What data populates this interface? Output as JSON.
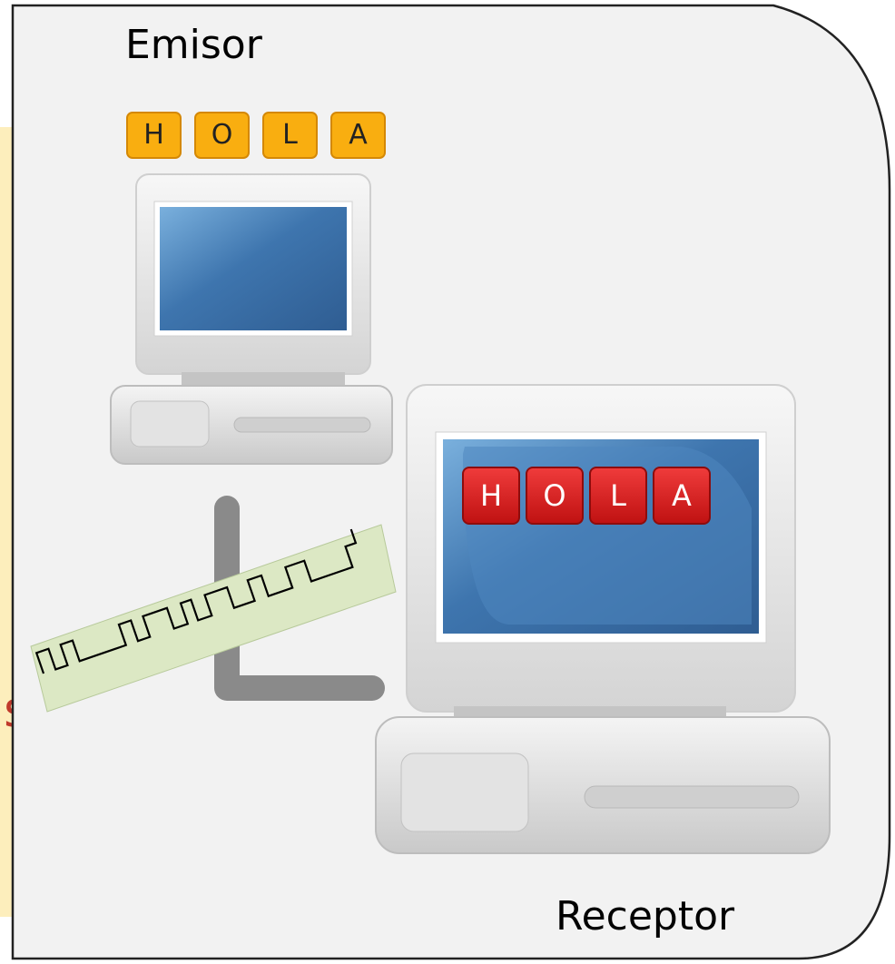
{
  "sender": {
    "title": "Emisor",
    "letters": [
      "H",
      "O",
      "L",
      "A"
    ]
  },
  "receiver": {
    "title": "Receptor",
    "letters": [
      "H",
      "O",
      "L",
      "A"
    ]
  },
  "left_panel": {
    "partial_text": "s"
  },
  "colors": {
    "sender_tile": "#f9ae10",
    "receiver_tile": "#d81e1e",
    "screen": "#3a6fa6",
    "signal_strip": "#dce8c4",
    "left_panel": "#fdeebc"
  }
}
